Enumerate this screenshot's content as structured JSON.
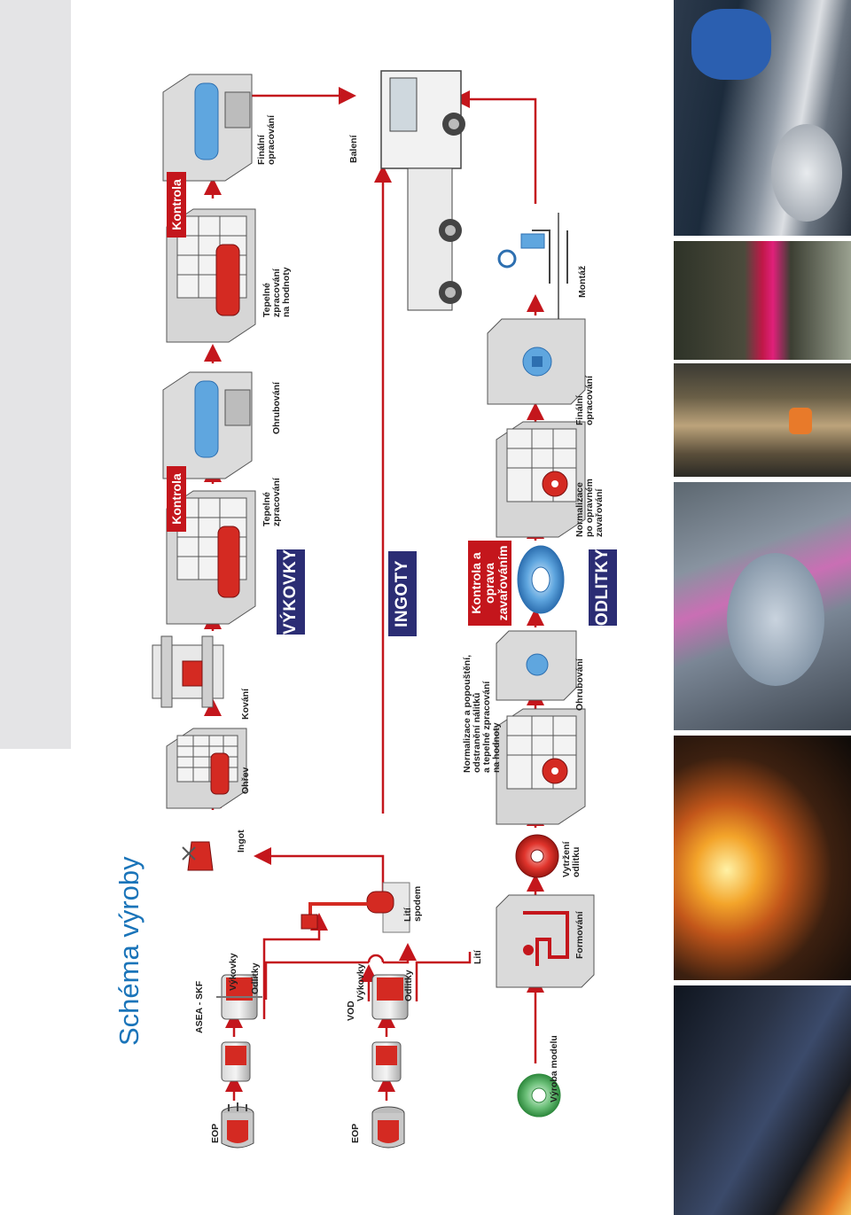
{
  "title": "Schéma výroby",
  "labels": {
    "eop_top": "EOP",
    "asea_skf": "ASEA - SKF",
    "vykovky_top": "Výkovky",
    "odlitky_top": "Odlitky",
    "ingot": "Ingot",
    "ohrev": "Ohřev",
    "kovani": "Kování",
    "tepelne_zprac_1": "Tepelné\nzpracování",
    "ohrubovani_1": "Ohrubování",
    "tepelne_zprac_hodnoty": "Tepelné\nzpracování\nna hodnoty",
    "finalni_1": "Finální\nopracování",
    "baleni": "Balení",
    "eop_bottom": "EOP",
    "vod": "VOD",
    "vykovky_mid": "Výkovky",
    "odlitky_mid": "Odlitky",
    "liti_spodem": "Lití\nspodem",
    "liti": "Lití",
    "vyroba_modelu": "Výroba modelu",
    "formovani": "Formování",
    "vytrzeni": "Vytržení\nodlitku",
    "normalizace": "Normalizace a popouštění,\nodstranění nálitků\na tepelné zpracování\nna hodnoty",
    "ohrubovani_2": "Ohrubování",
    "normalizace_po": "Normalizace\npo opravném\nzavařování",
    "finalni_2": "Finální\nopracování",
    "montaz": "Montáž"
  },
  "banners": {
    "vykovky": "VÝKOVKY",
    "ingoty": "INGOTY",
    "odlitky": "ODLITKY"
  },
  "kontrola": {
    "k1": "Kontrola",
    "k2": "Kontrola",
    "k3": "Kontrola a\noprava\nzavařováním"
  },
  "colors": {
    "accent_red": "#c4161c",
    "banner_navy": "#2b2d74",
    "title_blue": "#1a74b9",
    "arrow_red": "#c4161c"
  },
  "photos": [
    {
      "name": "photo-machining",
      "tone": "steel-blue"
    },
    {
      "name": "photo-heat-treatment",
      "tone": "red-glow"
    },
    {
      "name": "photo-forge-crane",
      "tone": "amber"
    },
    {
      "name": "photo-casting-ring",
      "tone": "blue-grey"
    },
    {
      "name": "photo-pouring-sparks",
      "tone": "fire"
    },
    {
      "name": "photo-foundry-workers",
      "tone": "dark-blue"
    }
  ]
}
